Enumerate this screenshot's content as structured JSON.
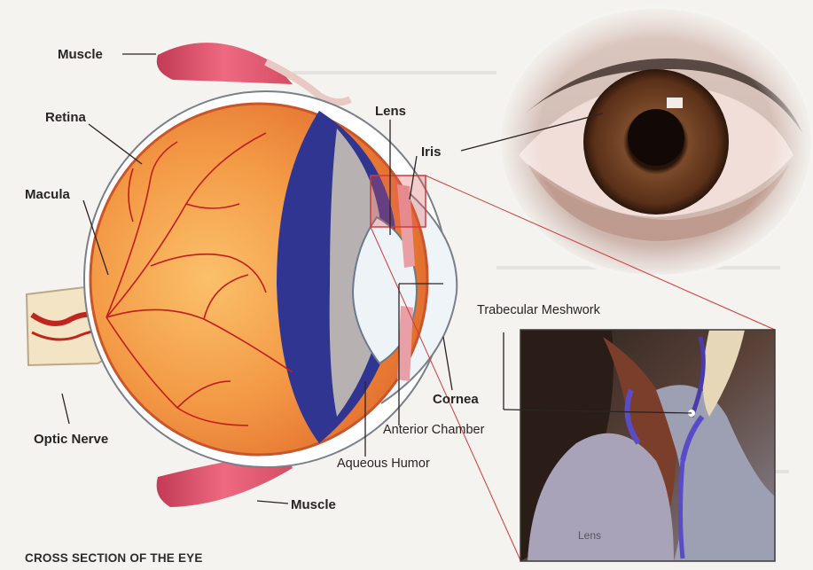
{
  "labels": {
    "muscle_top": "Muscle",
    "retina": "Retina",
    "macula": "Macula",
    "optic_nerve": "Optic Nerve",
    "muscle_bottom": "Muscle",
    "lens": "Lens",
    "iris": "Iris",
    "cornea": "Cornea",
    "anterior_chamber": "Anterior Chamber",
    "aqueous_humor": "Aqueous Humor",
    "trabecular_meshwork": "Trabecular Meshwork",
    "inset_lens": "Lens"
  },
  "caption": "CROSS SECTION OF THE EYE",
  "colors": {
    "muscle": "#e0546b",
    "eyeball_interior": "#f28a3c",
    "retina_rim": "#d8662c",
    "vessels": "#c41c1c",
    "vitreous_band": "#2f3591",
    "zoom_lines": "#d23a3a",
    "iris_photo": "#6b3e22"
  }
}
